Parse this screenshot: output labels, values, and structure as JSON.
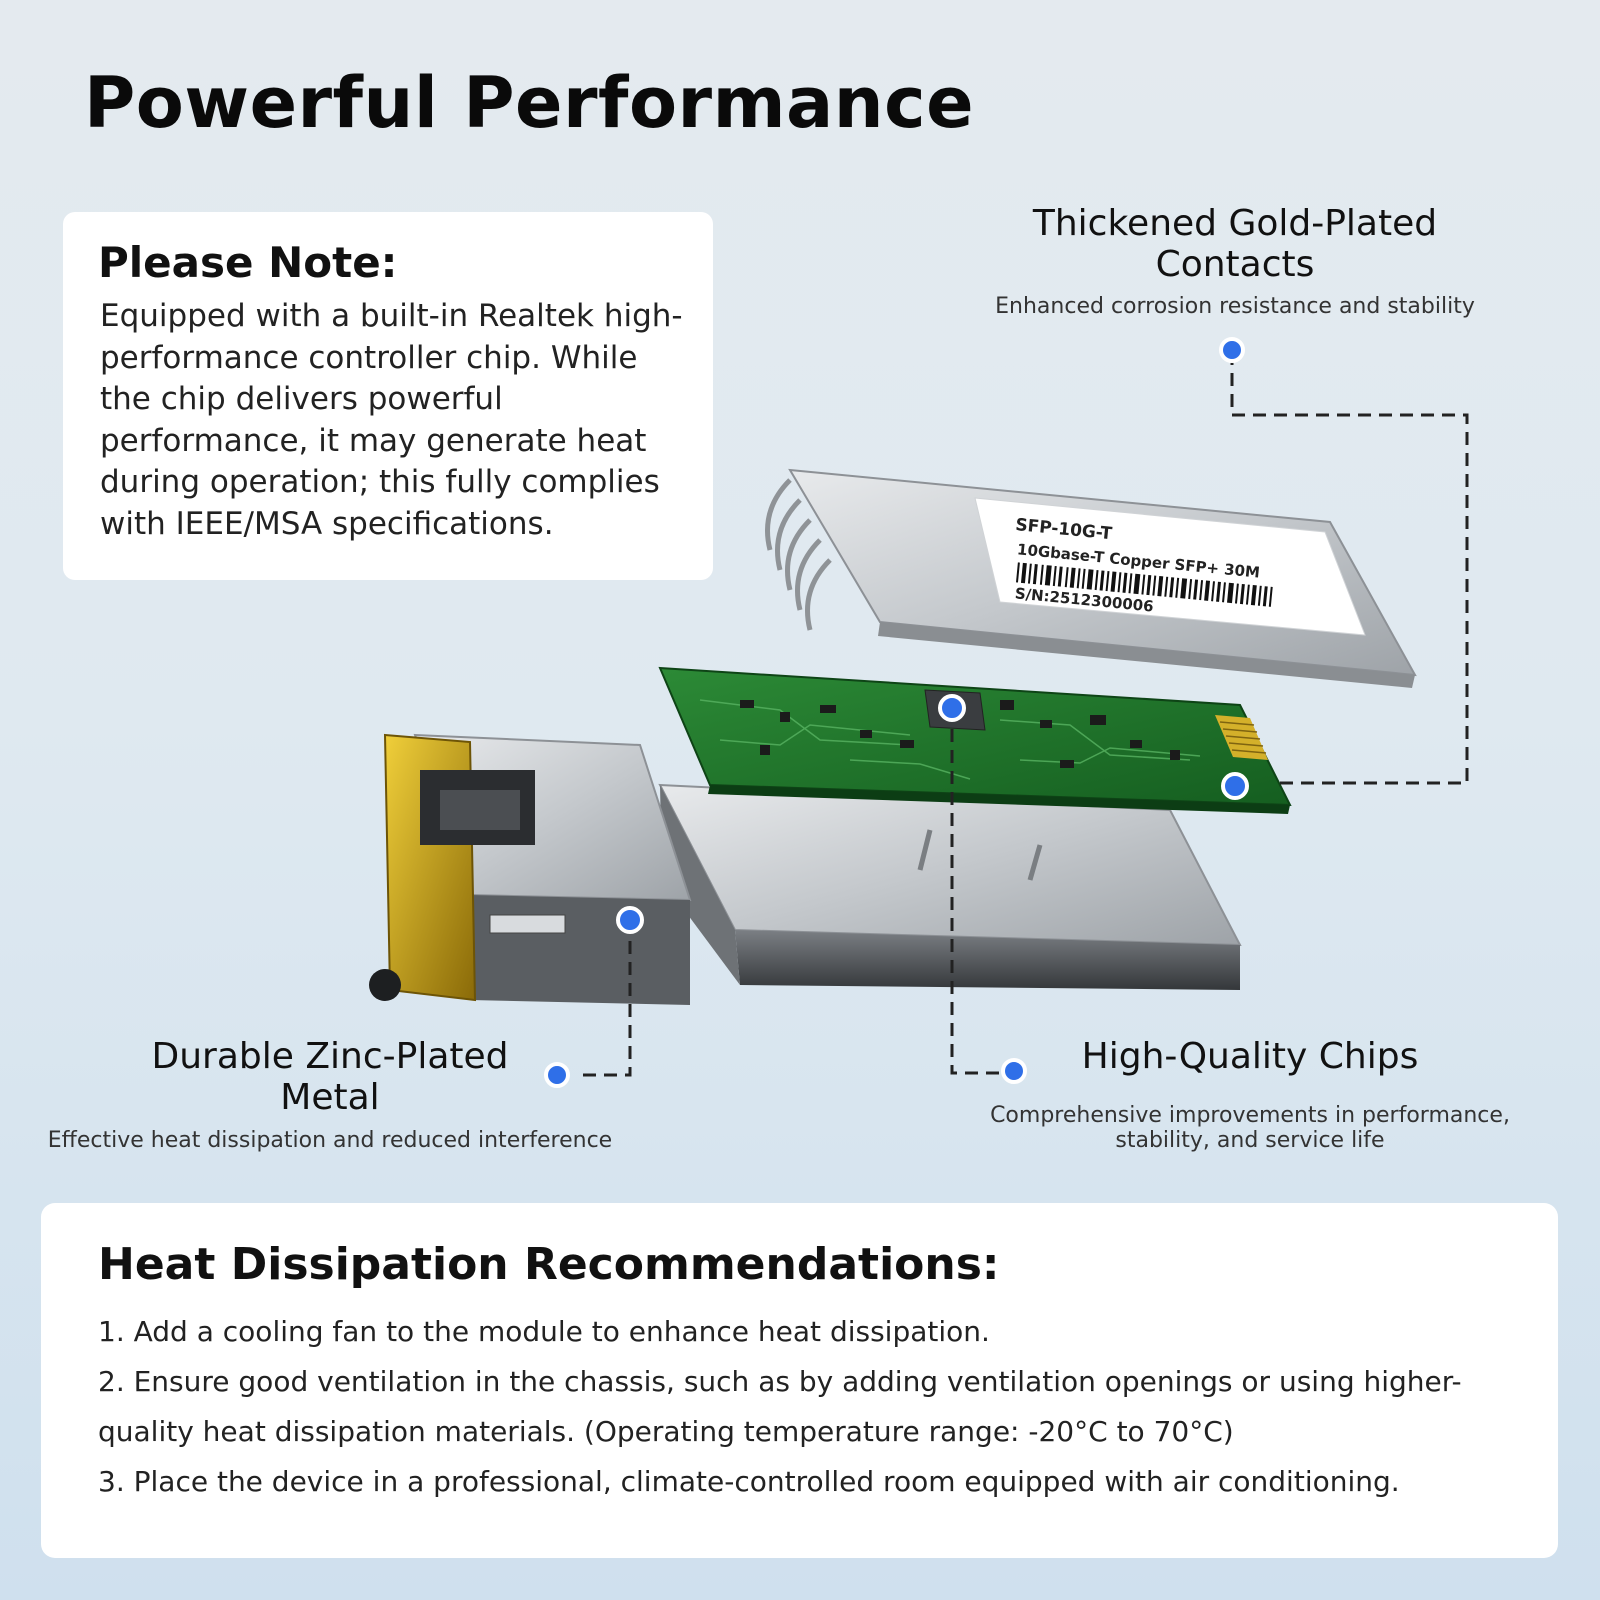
{
  "header": {
    "title": "Powerful Performance"
  },
  "note": {
    "title": "Please Note:",
    "body": "Equipped with a built-in Realtek high-performance controller chip. While the chip delivers powerful performance, it may generate heat during operation; this fully complies with IEEE/MSA specifications."
  },
  "callouts": {
    "gold": {
      "title_line1": "Thickened Gold-Plated",
      "title_line2": "Contacts",
      "desc": "Enhanced corrosion resistance and stability"
    },
    "zinc": {
      "title_line1": "Durable Zinc-Plated",
      "title_line2": "Metal",
      "desc": "Effective heat dissipation and reduced interference"
    },
    "chips": {
      "title": "High-Quality Chips",
      "desc_line1": "Comprehensive improvements in performance,",
      "desc_line2": "stability, and service life"
    }
  },
  "product_label": {
    "model": "SFP-10G-T",
    "desc": "10Gbase-T Copper SFP+ 30M",
    "serial": "S/N:2512300006"
  },
  "heat": {
    "title": "Heat Dissipation Recommendations:",
    "items": [
      "1. Add a cooling fan to the module to enhance heat dissipation.",
      "2. Ensure good ventilation in the chassis, such as by adding ventilation openings or using higher-quality heat dissipation materials. (Operating temperature range: -20°C to 70°C)",
      "3. Place the device in a professional, climate-controlled room equipped with air conditioning."
    ]
  },
  "colors": {
    "marker": "#2f6fe8",
    "pcb": "#1f7a2c",
    "gold": "#c9a218",
    "metal": "#b8bcc0"
  }
}
